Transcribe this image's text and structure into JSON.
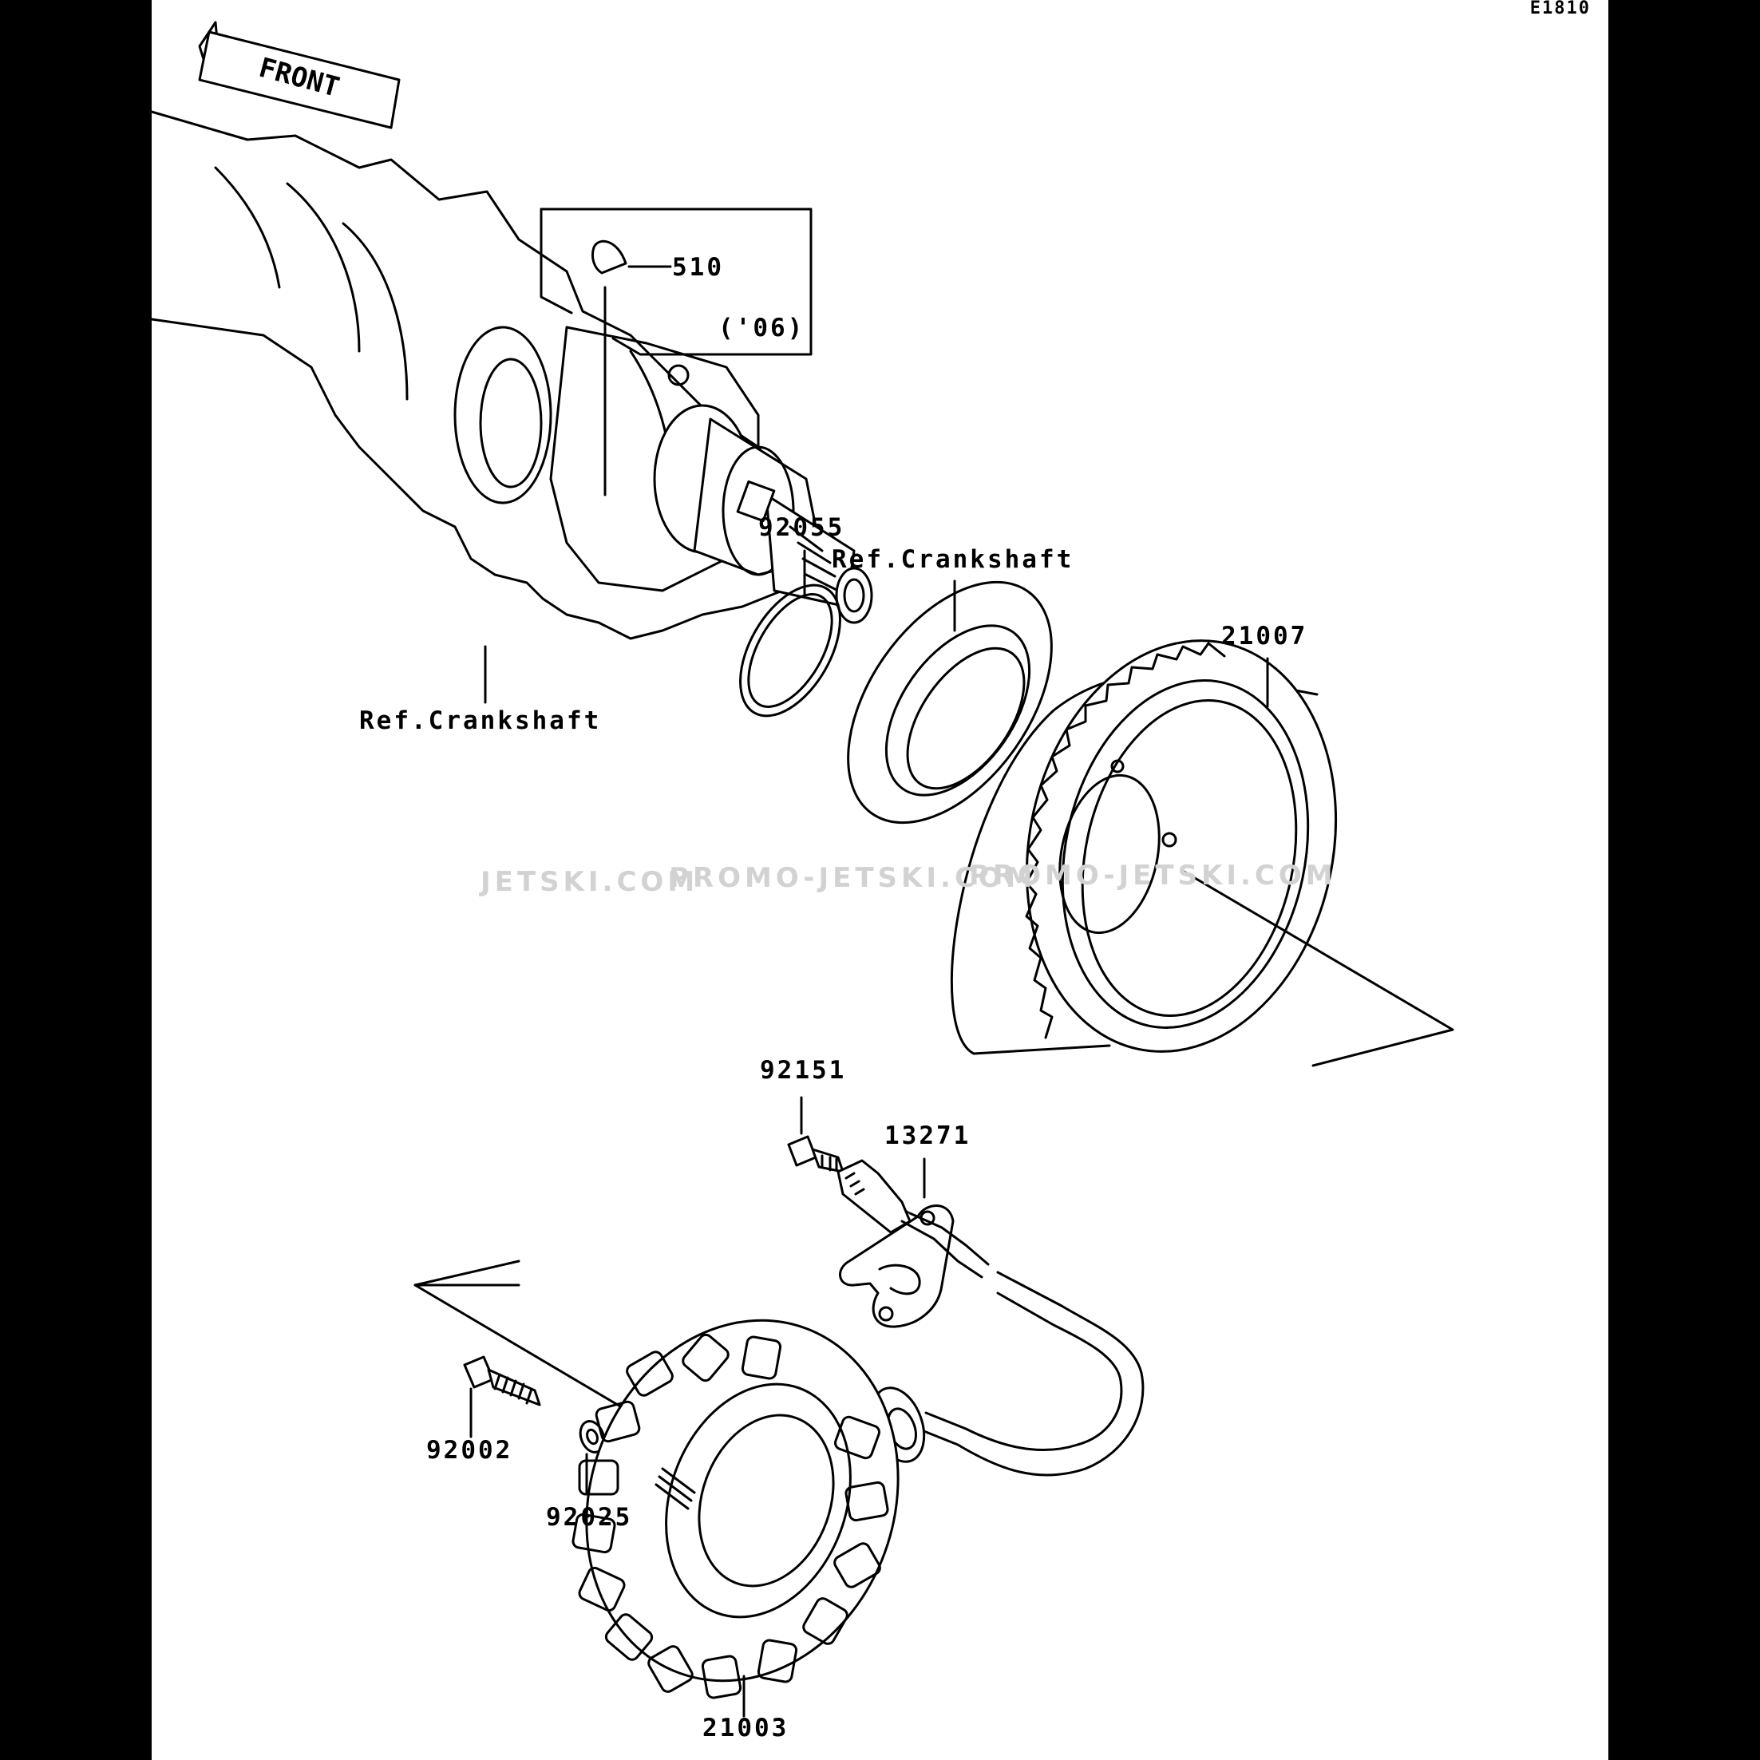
{
  "diagram_code": "E1810",
  "front_label": "FRONT",
  "watermarks": [
    "JETSKI.COM",
    "PROMO-JETSKI.COM",
    "PROMO-JETSKI.COM"
  ],
  "inset_note": "('06)",
  "labels": {
    "key": "510",
    "ring": "92055",
    "ref_crankshaft_upper": "Ref.Crankshaft",
    "ref_crankshaft_lower": "Ref.Crankshaft",
    "rotor": "21007",
    "bolt_small": "92151",
    "plate": "13271",
    "bolt": "92002",
    "washer": "92025",
    "stator": "21003"
  }
}
